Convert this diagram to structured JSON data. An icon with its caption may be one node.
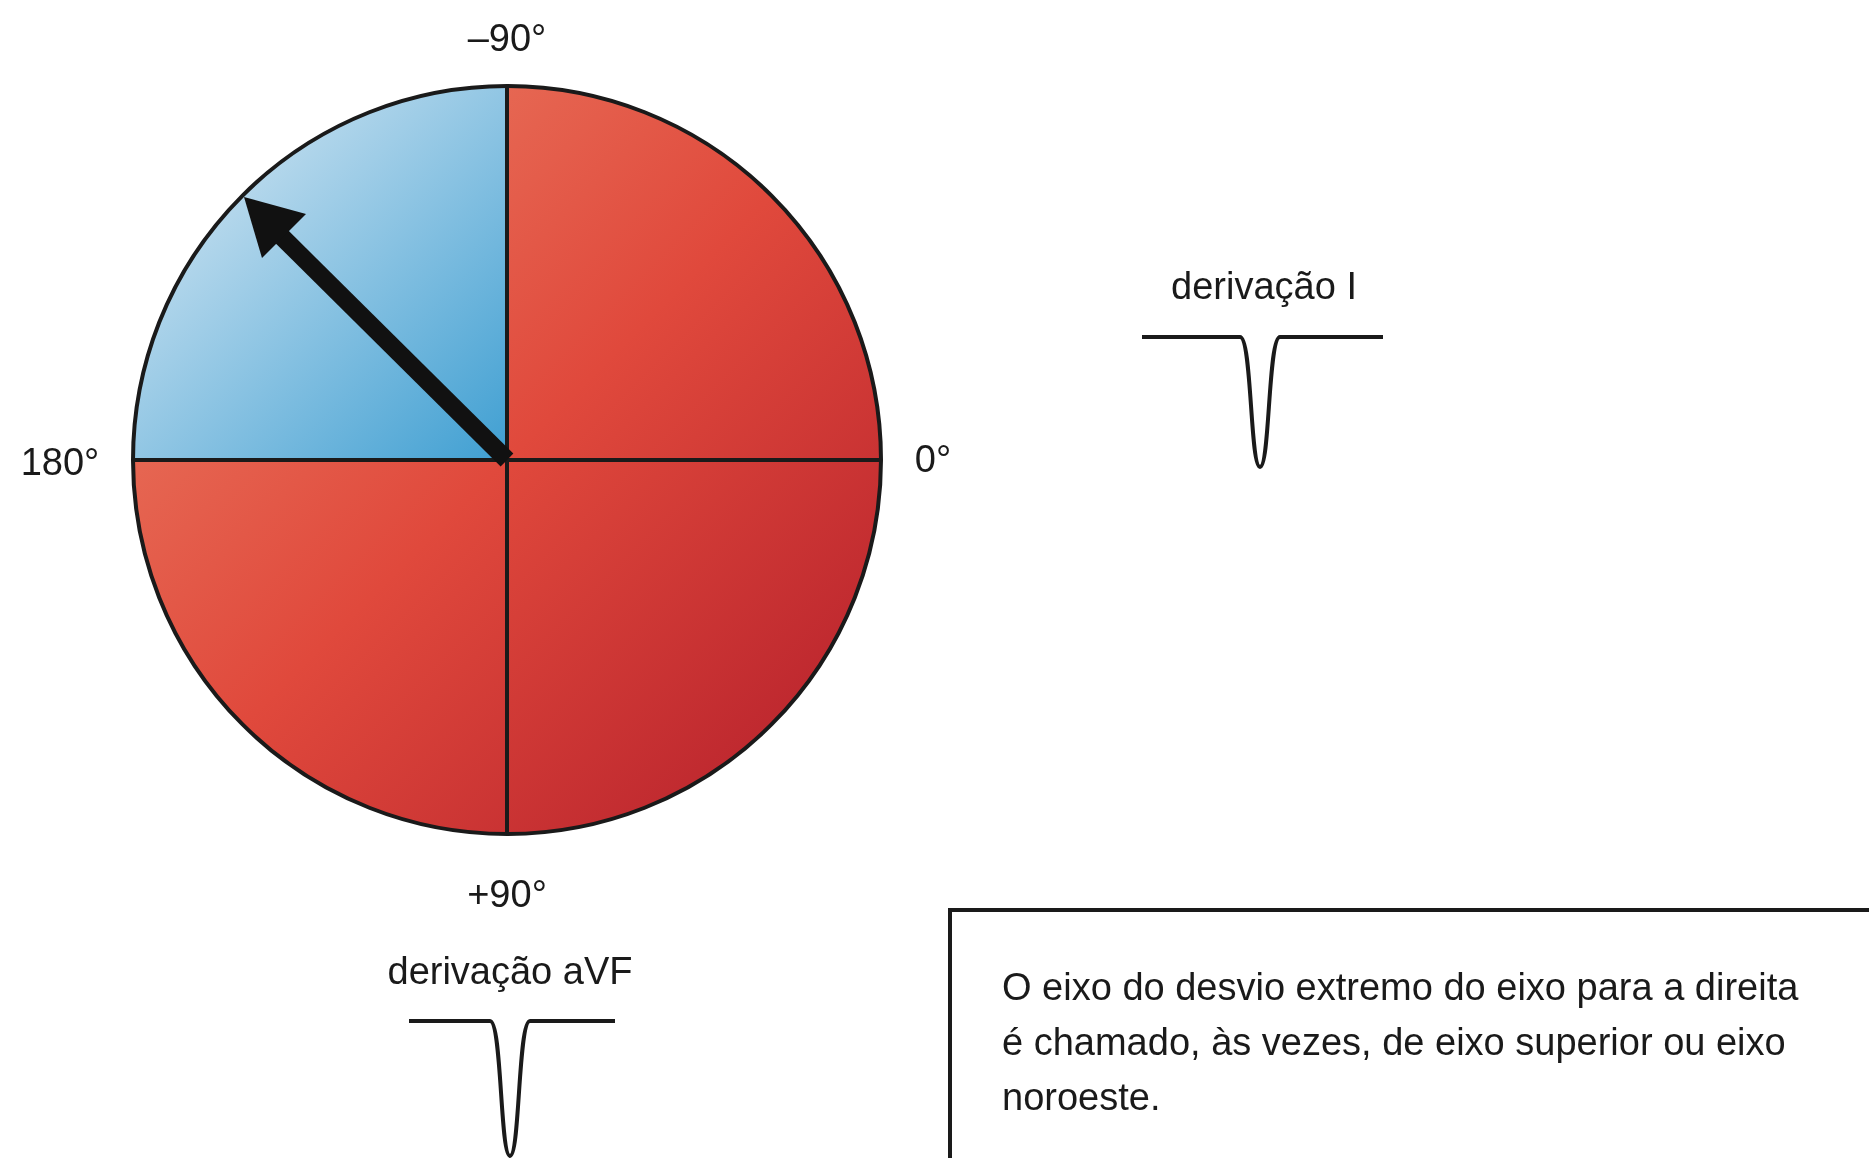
{
  "diagram": {
    "nodes": [
      {
        "text": [
          "O eixo do desvio extremo do eixo para a direita é chamado, às vezes, de eixo superior ou eixo noroeste."
        ]
      }
    ],
    "edges": [],
    "labels": [
      "–90°",
      "derivação I",
      "180°",
      "0°",
      "+90°",
      "derivação aVF"
    ]
  }
}
